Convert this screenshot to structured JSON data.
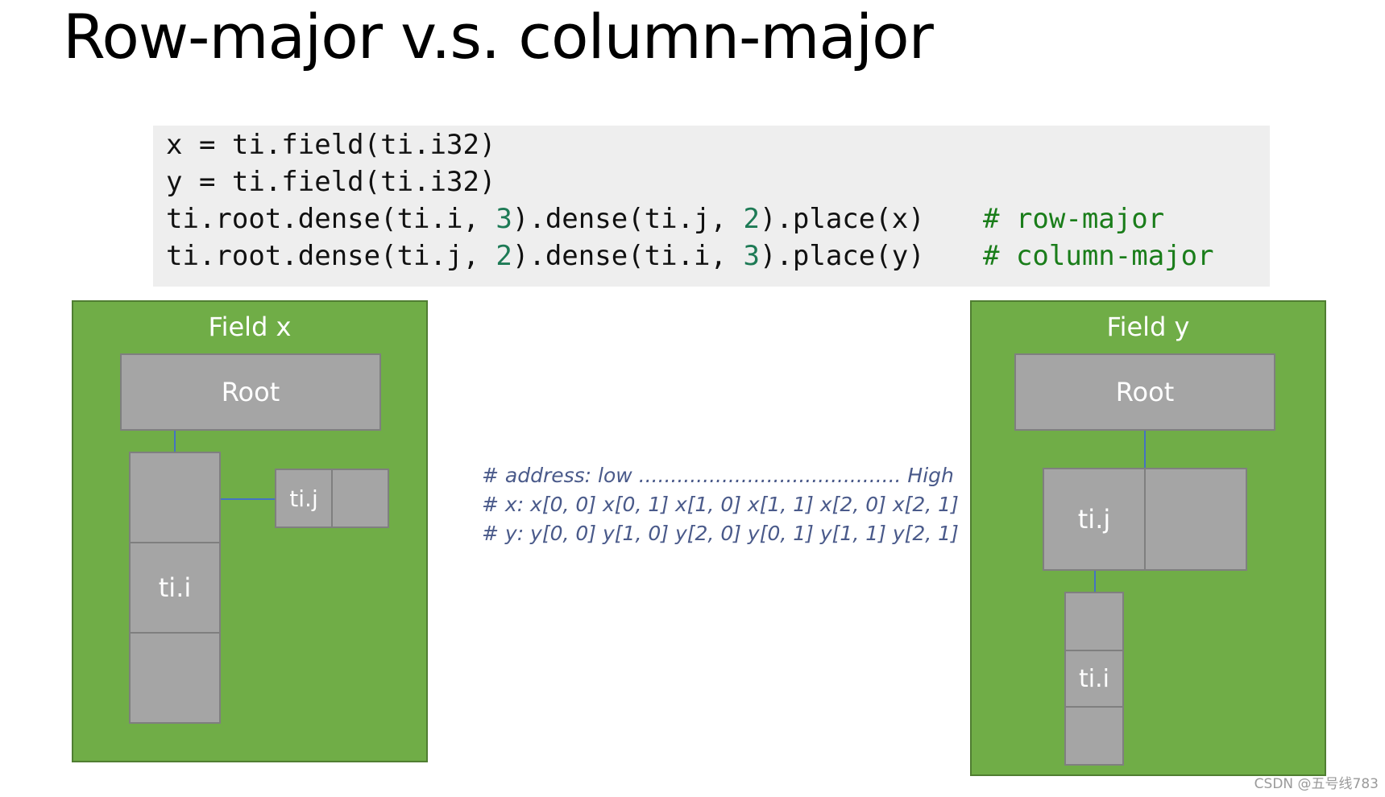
{
  "slide_title": "Row-major v.s. column-major",
  "code": {
    "line1": "x = ti.field(ti.i32)",
    "line2": "y = ti.field(ti.i32)",
    "line3_pre": "ti.root.dense(ti.i, ",
    "line3_n1": "3",
    "line3_mid": ").dense(ti.j, ",
    "line3_n2": "2",
    "line3_post": ").place(x)",
    "line3_comment": "# row-major",
    "line4_pre": "ti.root.dense(ti.j, ",
    "line4_n1": "2",
    "line4_mid": ").dense(ti.i, ",
    "line4_n2": "3",
    "line4_post": ").place(y)",
    "line4_comment": "# column-major"
  },
  "field_x": {
    "title": "Field x",
    "root_label": "Root",
    "i_label": "ti.i",
    "j_label": "ti.j"
  },
  "field_y": {
    "title": "Field y",
    "root_label": "Root",
    "j_label": "ti.j",
    "i_label": "ti.i"
  },
  "address_notes": {
    "line1": "# address: low ......................................... High",
    "line2": "# x: x[0, 0] x[0, 1] x[1, 0] x[1, 1] x[2, 0] x[2, 1]",
    "line3": "# y: y[0, 0] y[1, 0] y[2, 0] y[0, 1] y[1, 1] y[2, 1]"
  },
  "watermark": "CSDN @五号线783",
  "colors": {
    "panel_green": "#70ad47",
    "node_gray": "#a5a5a5",
    "connector_blue": "#4472c4",
    "comment_green": "#1a7d1a",
    "number_teal": "#1d7a55",
    "note_blue": "#4a5a8a"
  }
}
